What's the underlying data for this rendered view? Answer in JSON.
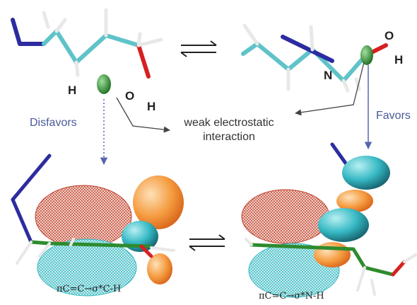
{
  "labels": {
    "left_h": "H",
    "left_o": "O",
    "left_oh_h": "H",
    "right_o": "O",
    "right_h": "H",
    "right_n": "N",
    "disfavors": "Disfavors",
    "favors": "Favors",
    "weak_line1": "weak electrostatic",
    "weak_line2": "interaction",
    "left_orbital": "πC=C→σ*C-H",
    "right_orbital": "πC=C→σ*N-H"
  },
  "colors": {
    "carbon": "#5fc3c9",
    "hydrogen": "#e8e8e8",
    "nitrogen": "#2c2ca0",
    "oxygen": "#d62020",
    "lone_pair": "#2e8b2e",
    "pi_top": "#c0402a",
    "pi_bottom": "#3fc3c8",
    "sigma_orange": "#f5923a",
    "sigma_teal": "#37b9c4",
    "arrow_blue": "#5865b0",
    "arrow_gray": "#444444"
  }
}
